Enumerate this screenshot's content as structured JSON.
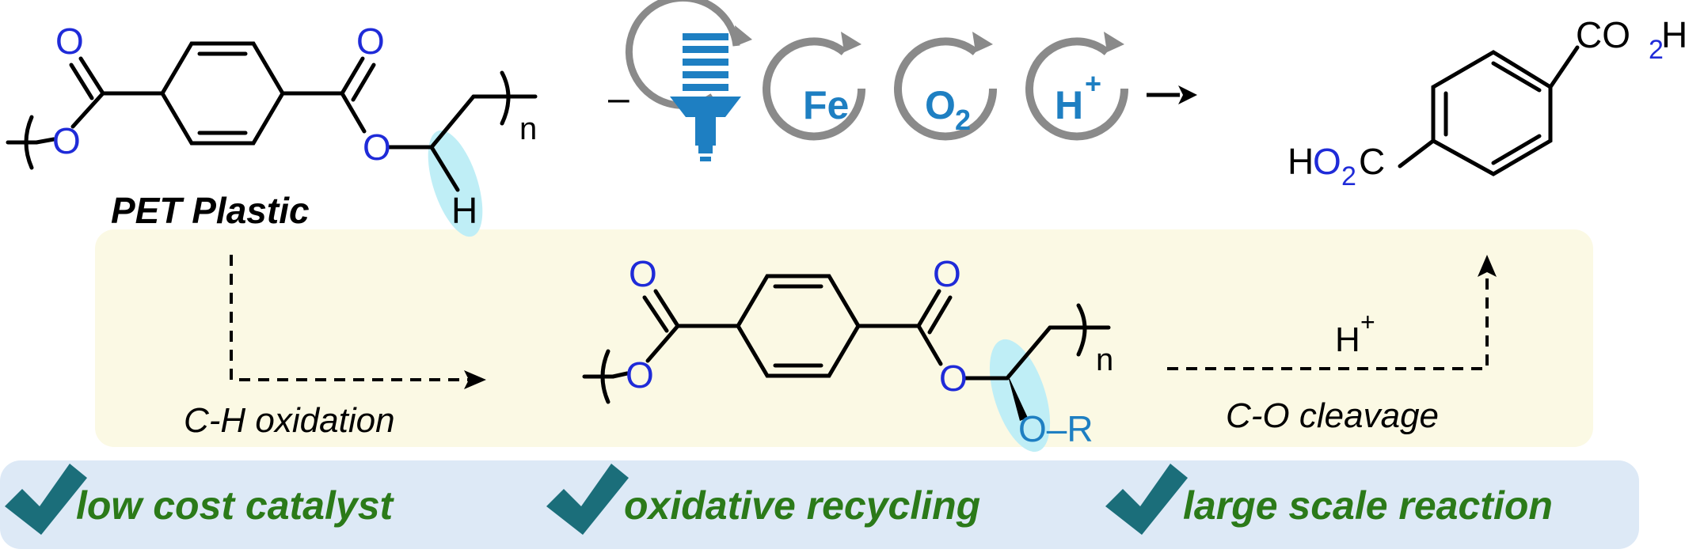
{
  "reactant": {
    "name": "PET Plastic",
    "carbonyl_o_left": "O",
    "ester_o_left": "O",
    "carbonyl_o_right": "O",
    "ester_o_right": "O",
    "hydrogen": "H",
    "repeat_index": "n"
  },
  "conditions": {
    "dash": "–",
    "light_icon": "lightbulb-icon",
    "catalyst": "Fe",
    "oxidant": "O",
    "oxidant_sub": "2",
    "acid": "H",
    "acid_sup": "+"
  },
  "product": {
    "top_group": "CO",
    "top_sub": "2",
    "top_h": "H",
    "left_h": "H",
    "left_group": "O",
    "left_sub": "2",
    "left_c": "C"
  },
  "intermediate": {
    "carbonyl_o_left": "O",
    "ester_o_left": "O",
    "carbonyl_o_right": "O",
    "ester_o_right": "O",
    "substituent": "O–R",
    "repeat_index": "n"
  },
  "steps": {
    "step1": "C-H oxidation",
    "step2_reagent": "H",
    "step2_reagent_sup": "+",
    "step2": "C-O cleavage"
  },
  "features": [
    {
      "label": "low cost catalyst",
      "icon": "checkmark-icon"
    },
    {
      "label": "oxidative recycling",
      "icon": "checkmark-icon"
    },
    {
      "label": "large scale reaction",
      "icon": "checkmark-icon"
    }
  ],
  "colors": {
    "heteroatom": "#1f2bd8",
    "highlight": "#bfeef6",
    "panel": "#fbf9e4",
    "feature_band": "#dde9f6",
    "feature_text": "#2b7a19",
    "check": "#1b6e7a",
    "cycle_arrow": "#8a8a8a",
    "reagent_text": "#1e7fc2"
  }
}
